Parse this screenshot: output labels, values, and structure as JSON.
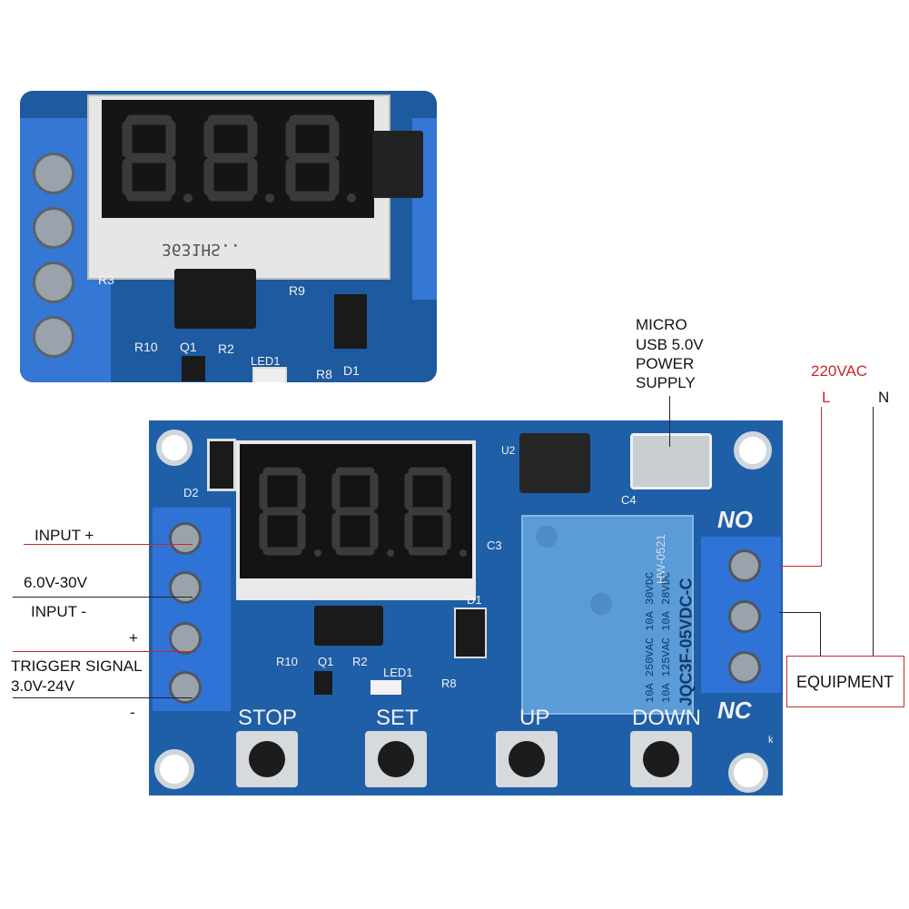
{
  "inset": {
    "display_print": "3631HS..",
    "silk": [
      "R3",
      "R9",
      "R10",
      "Q1",
      "R2",
      "LED1",
      "R8",
      "D1"
    ]
  },
  "board": {
    "silk": {
      "d2": "D2",
      "u2": "U2",
      "c3": "C3",
      "c4": "C4",
      "d1": "D1",
      "r10": "R10",
      "q1": "Q1",
      "r2": "R2",
      "led1": "LED1",
      "r8": "R8",
      "k": "k"
    },
    "relay_text": [
      "10A 250VAC 10A 30VDC",
      "10A 125VAC 10A 28VDC",
      "JQC3F-05VDC-C"
    ],
    "side_print": "HW-0521",
    "no_label": "NO",
    "nc_label": "NC",
    "buttons": [
      "STOP",
      "SET",
      "UP",
      "DOWN"
    ]
  },
  "labels": {
    "usb": [
      "MICRO",
      "USB 5.0V",
      "POWER",
      "SUPPLY"
    ],
    "vac": "220VAC",
    "l": "L",
    "n": "N",
    "equipment": "EQUIPMENT",
    "input_plus": "INPUT +",
    "voltage_range": "6.0V-30V",
    "input_minus": "INPUT -",
    "plus": "+",
    "trigger": "TRIGGER SIGNAL",
    "trigger_range": "3.0V-24V",
    "minus": "-"
  },
  "colors": {
    "pcb": "#1f5fa8",
    "terminal": "#2f73d6",
    "relay": "#5a9bd8",
    "wire_red": "#c8262a"
  }
}
